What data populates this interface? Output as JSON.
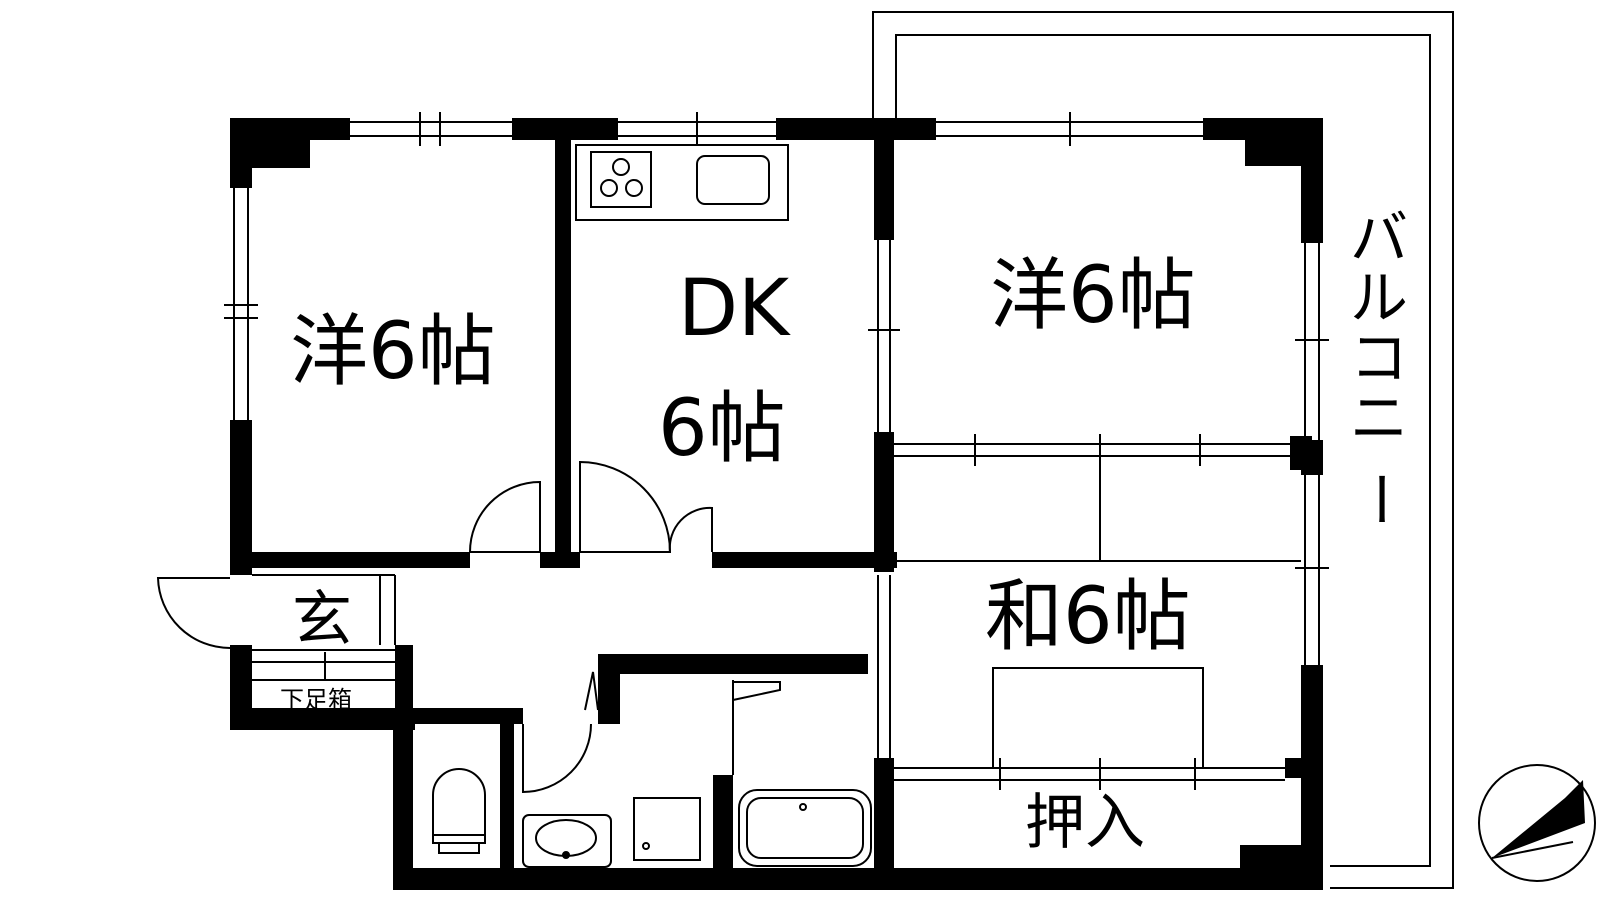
{
  "floorplan": {
    "rooms": {
      "western_left": "洋6帖",
      "dk_line1": "DK",
      "dk_line2": "6帖",
      "western_right": "洋6帖",
      "japanese": "和6帖",
      "entrance": "玄",
      "shoe_box": "下足箱",
      "closet": "押入"
    },
    "balcony_chars": [
      "バ",
      "ル",
      "コ",
      "ニ",
      "ー"
    ],
    "compass": "north-arrow-icon",
    "colors": {
      "wall": "#000000",
      "background": "#ffffff"
    }
  }
}
